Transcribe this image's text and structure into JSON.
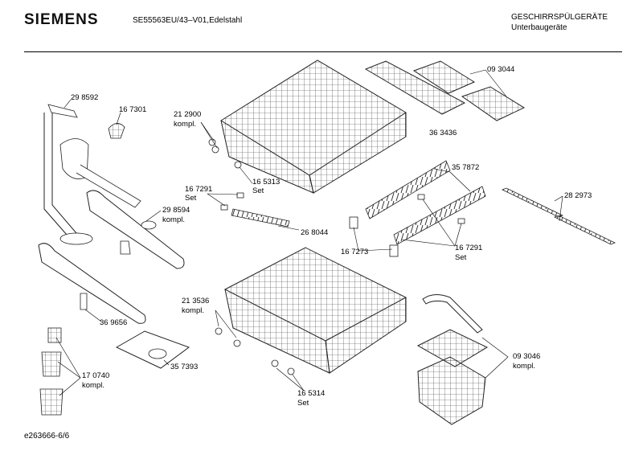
{
  "header": {
    "brand": "SIEMENS",
    "model": "SE55563EU/43–V01,Edelstahl",
    "category": "GESCHIRRSPÜLGERÄTE",
    "subcategory": "Unterbaugeräte"
  },
  "footer": {
    "doc_id": "e263666-6/6"
  },
  "parts": {
    "p298592": "29 8592",
    "p167301": "16 7301",
    "p212900": "21 2900",
    "p212900_sub": "kompl.",
    "p093044": "09 3044",
    "p363436": "36 3436",
    "p165313": "16 5313",
    "p165313_sub": "Set",
    "p167291a": "16 7291",
    "p167291a_sub": "Set",
    "p357872": "35 7872",
    "p282973": "28 2973",
    "p298594": "29 8594",
    "p298594_sub": "kompl.",
    "p268044": "26 8044",
    "p167273": "16 7273",
    "p167291b": "16 7291",
    "p167291b_sub": "Set",
    "p213536": "21 3536",
    "p213536_sub": "kompl.",
    "p369656": "36 9656",
    "p357393": "35 7393",
    "p093046": "09 3046",
    "p093046_sub": "kompl.",
    "p170740": "17 0740",
    "p170740_sub": "kompl.",
    "p165314": "16 5314",
    "p165314_sub": "Set"
  }
}
